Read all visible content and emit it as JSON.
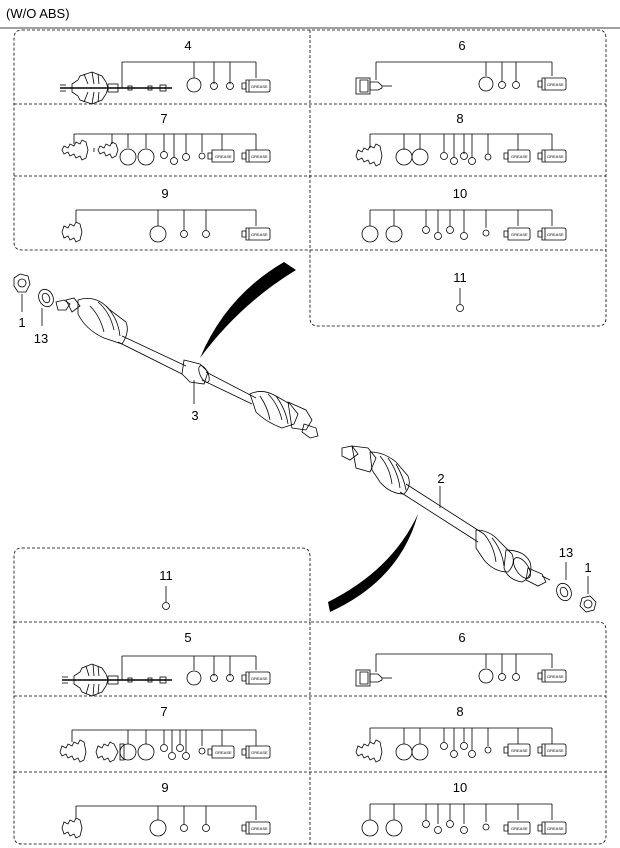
{
  "header": "(W/O ABS)",
  "grease_label": "GREASE",
  "callouts": {
    "top_kit_a": "4",
    "top_kit_b": "6",
    "top_kit_c": "7",
    "top_kit_d": "8",
    "top_kit_e": "9",
    "top_kit_f": "10",
    "top_kit_g": "11",
    "nut_left": "1",
    "washer_left": "13",
    "shaft_upper": "3",
    "shaft_lower": "2",
    "washer_right": "13",
    "nut_right": "1",
    "bot_kit_a": "11",
    "bot_kit_b": "5",
    "bot_kit_c": "6",
    "bot_kit_d": "7",
    "bot_kit_e": "8",
    "bot_kit_f": "9",
    "bot_kit_g": "10"
  }
}
